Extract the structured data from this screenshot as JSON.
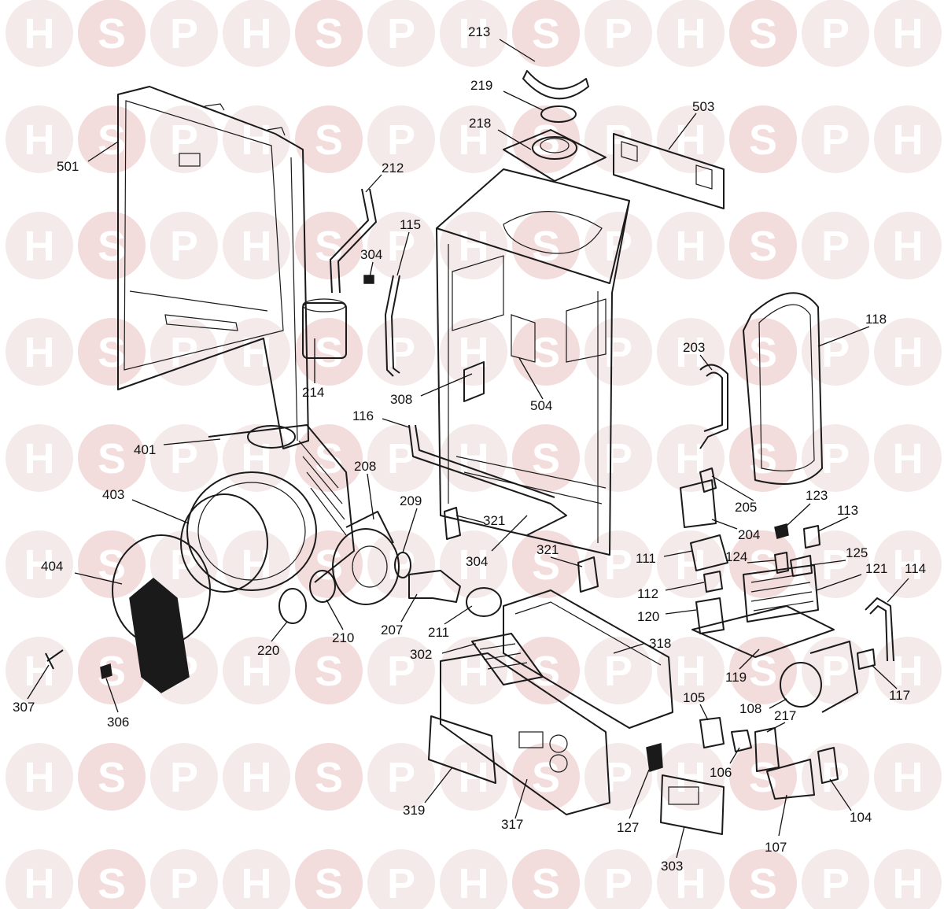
{
  "watermark": {
    "letters": [
      "H",
      "S",
      "P"
    ],
    "colors": {
      "circle": "#f4eaea",
      "circle_accent": "#f3dcdc",
      "letter": "#ffffff"
    }
  },
  "colors": {
    "line": "#1a1a1a",
    "label": "#111111",
    "background": "#ffffff"
  },
  "labels": [
    {
      "id": "213",
      "text": "213"
    },
    {
      "id": "219",
      "text": "219"
    },
    {
      "id": "218",
      "text": "218"
    },
    {
      "id": "503",
      "text": "503"
    },
    {
      "id": "501",
      "text": "501"
    },
    {
      "id": "212",
      "text": "212"
    },
    {
      "id": "115",
      "text": "115"
    },
    {
      "id": "304a",
      "text": "304"
    },
    {
      "id": "118",
      "text": "118"
    },
    {
      "id": "214",
      "text": "214"
    },
    {
      "id": "203",
      "text": "203"
    },
    {
      "id": "308",
      "text": "308"
    },
    {
      "id": "504",
      "text": "504"
    },
    {
      "id": "116",
      "text": "116"
    },
    {
      "id": "401",
      "text": "401"
    },
    {
      "id": "208",
      "text": "208"
    },
    {
      "id": "403",
      "text": "403"
    },
    {
      "id": "209",
      "text": "209"
    },
    {
      "id": "321a",
      "text": "321"
    },
    {
      "id": "205",
      "text": "205"
    },
    {
      "id": "123",
      "text": "123"
    },
    {
      "id": "113",
      "text": "113"
    },
    {
      "id": "204",
      "text": "204"
    },
    {
      "id": "304b",
      "text": "304"
    },
    {
      "id": "321b",
      "text": "321"
    },
    {
      "id": "111",
      "text": "111"
    },
    {
      "id": "124",
      "text": "124"
    },
    {
      "id": "125",
      "text": "125"
    },
    {
      "id": "121",
      "text": "121"
    },
    {
      "id": "114",
      "text": "114"
    },
    {
      "id": "404",
      "text": "404"
    },
    {
      "id": "112",
      "text": "112"
    },
    {
      "id": "120",
      "text": "120"
    },
    {
      "id": "207",
      "text": "207"
    },
    {
      "id": "211",
      "text": "211"
    },
    {
      "id": "210",
      "text": "210"
    },
    {
      "id": "220",
      "text": "220"
    },
    {
      "id": "302",
      "text": "302"
    },
    {
      "id": "318",
      "text": "318"
    },
    {
      "id": "119",
      "text": "119"
    },
    {
      "id": "117",
      "text": "117"
    },
    {
      "id": "307",
      "text": "307"
    },
    {
      "id": "306",
      "text": "306"
    },
    {
      "id": "105",
      "text": "105"
    },
    {
      "id": "108",
      "text": "108"
    },
    {
      "id": "217",
      "text": "217"
    },
    {
      "id": "106",
      "text": "106"
    },
    {
      "id": "319",
      "text": "319"
    },
    {
      "id": "317",
      "text": "317"
    },
    {
      "id": "127",
      "text": "127"
    },
    {
      "id": "104",
      "text": "104"
    },
    {
      "id": "107",
      "text": "107"
    },
    {
      "id": "303",
      "text": "303"
    }
  ]
}
